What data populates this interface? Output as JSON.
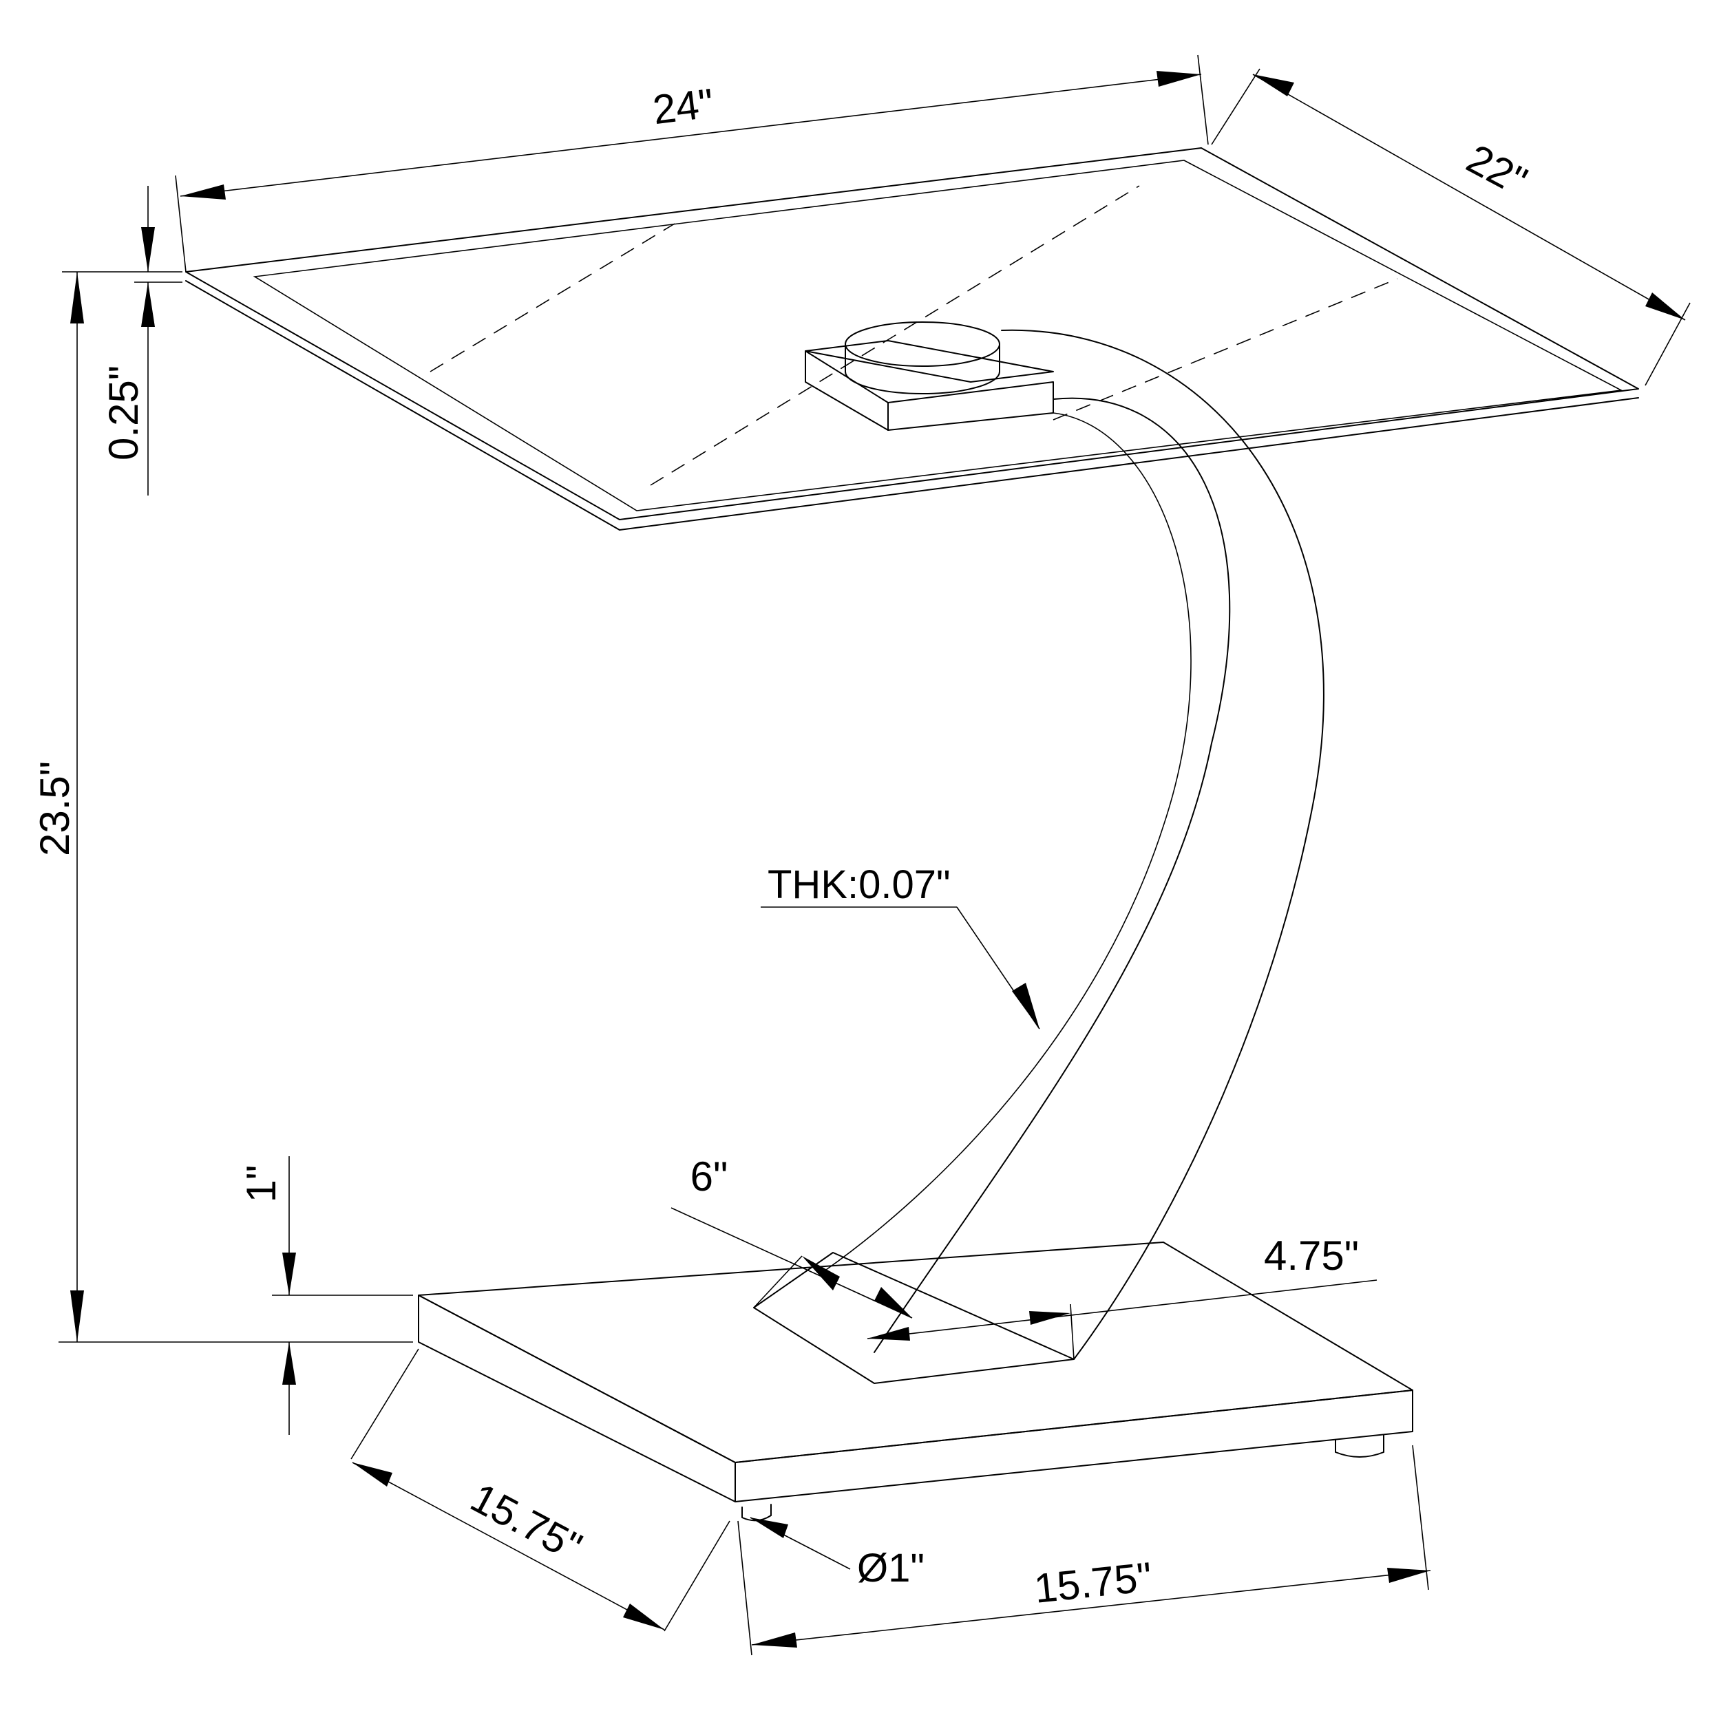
{
  "drawing": {
    "subject": "Side table with glass top, curved acrylic support and rectangular base",
    "line_color": "#000000",
    "background": "#ffffff",
    "dimensions": {
      "top_width": "24\"",
      "top_depth": "22\"",
      "top_thickness": "0.25\"",
      "overall_height": "23.5\"",
      "base_thickness": "1\"",
      "support_thickness": "THK:0.07\"",
      "support_width": "6\"",
      "support_depth": "4.75\"",
      "base_depth": "15.75\"",
      "base_width": "15.75\"",
      "foot_diameter": "Ø1\""
    }
  }
}
